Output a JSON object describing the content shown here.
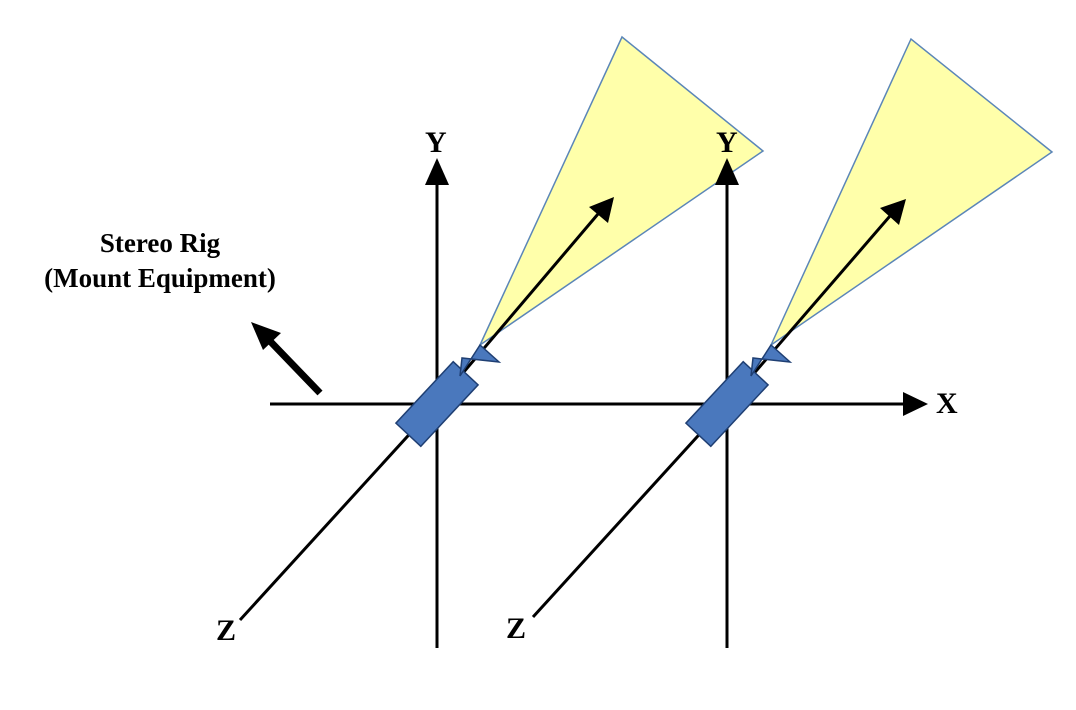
{
  "rig": {
    "title": "Stereo Rig",
    "subtitle": "(Mount Equipment)"
  },
  "cameras": [
    {
      "id": "left",
      "axis_labels": {
        "x": "",
        "y": "Y",
        "z": "Z"
      }
    },
    {
      "id": "right",
      "axis_labels": {
        "x": "X",
        "y": "Y",
        "z": "Z"
      }
    }
  ],
  "colors": {
    "camera_body": "#4a78bd",
    "camera_outline": "#1f3f73",
    "frustum_fill": "#ffffaa",
    "frustum_outline": "#5b86b8",
    "line": "#000000"
  }
}
